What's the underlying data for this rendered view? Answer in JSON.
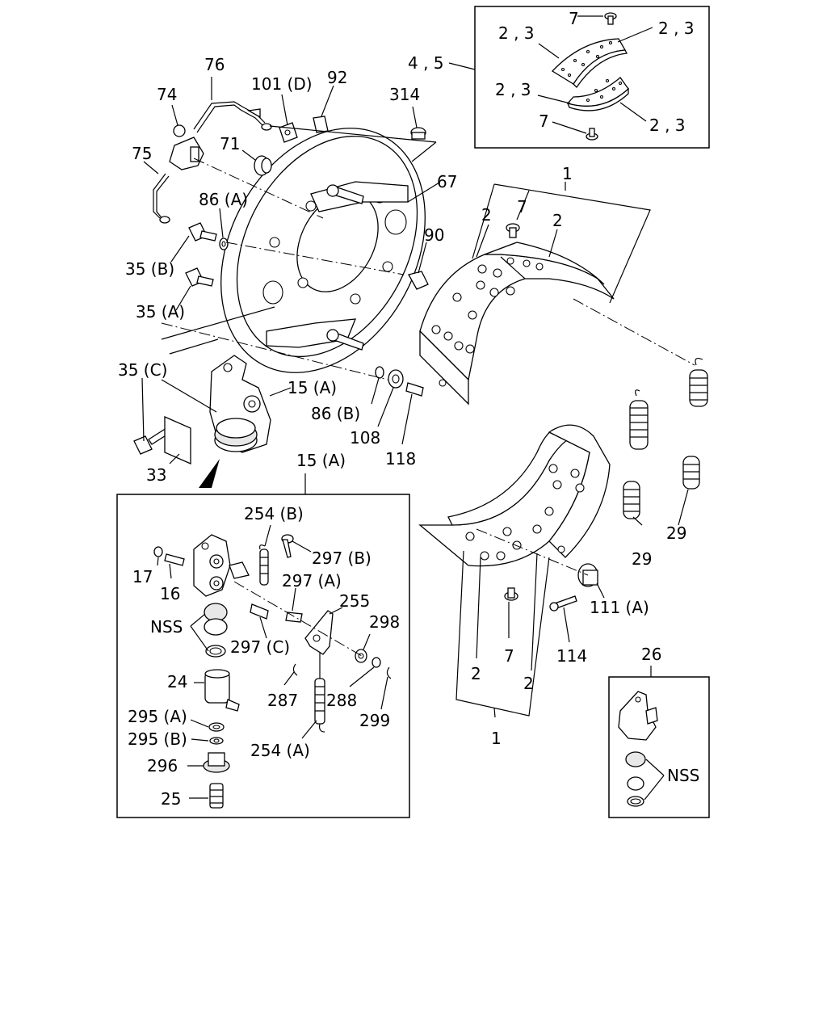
{
  "labels": {
    "l_7_top": "7",
    "l_23_a": "2 , 3",
    "l_23_b": "2 , 3",
    "l_23_c": "2 , 3",
    "l_23_d": "2 , 3",
    "l_7_box": "7",
    "l_45": "4 , 5",
    "l_76": "76",
    "l_74": "74",
    "l_101d": "101 (D)",
    "l_92": "92",
    "l_314": "314",
    "l_75": "75",
    "l_71": "71",
    "l_67": "67",
    "l_1_top": "1",
    "l_86a": "86 (A)",
    "l_2_a": "2",
    "l_7_shoe": "7",
    "l_2_b": "2",
    "l_90": "90",
    "l_35b": "35 (B)",
    "l_35a": "35 (A)",
    "l_35c": "35 (C)",
    "l_15a_top": "15 (A)",
    "l_86b": "86 (B)",
    "l_108": "108",
    "l_118": "118",
    "l_33": "33",
    "l_15a_box": "15 (A)",
    "l_29_a": "29",
    "l_29_b": "29",
    "l_254b": "254 (B)",
    "l_297b": "297 (B)",
    "l_17": "17",
    "l_16": "16",
    "l_297a": "297 (A)",
    "l_255": "255",
    "l_nss_a": "NSS",
    "l_298": "298",
    "l_297c": "297 (C)",
    "l_111a": "111 (A)",
    "l_7_low": "7",
    "l_114": "114",
    "l_26": "26",
    "l_24": "24",
    "l_287": "287",
    "l_288": "288",
    "l_2_c": "2",
    "l_2_d": "2",
    "l_295a": "295 (A)",
    "l_299": "299",
    "l_295b": "295 (B)",
    "l_1_low": "1",
    "l_254a": "254 (A)",
    "l_nss_b": "NSS",
    "l_296": "296",
    "l_25": "25"
  }
}
